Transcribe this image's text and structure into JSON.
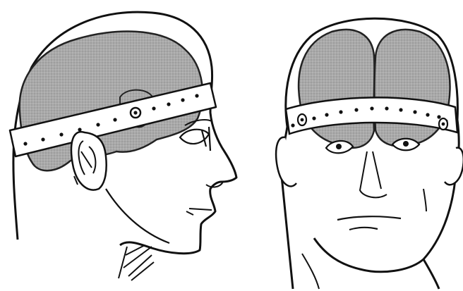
{
  "figure": {
    "panels": [
      {
        "view": "side-profile",
        "band_holes": 10,
        "band_highlight_hole": 5
      },
      {
        "view": "front",
        "band_holes": 12,
        "band_side_holes": 2
      }
    ]
  },
  "colors": {
    "ink": "#111111",
    "brain": "#9b9b9b",
    "brain_light": "#b3b3b3",
    "paper": "#ffffff"
  },
  "icons": [
    "head-side-icon",
    "head-front-icon",
    "brain-icon",
    "headband-icon",
    "electrode-icon"
  ]
}
